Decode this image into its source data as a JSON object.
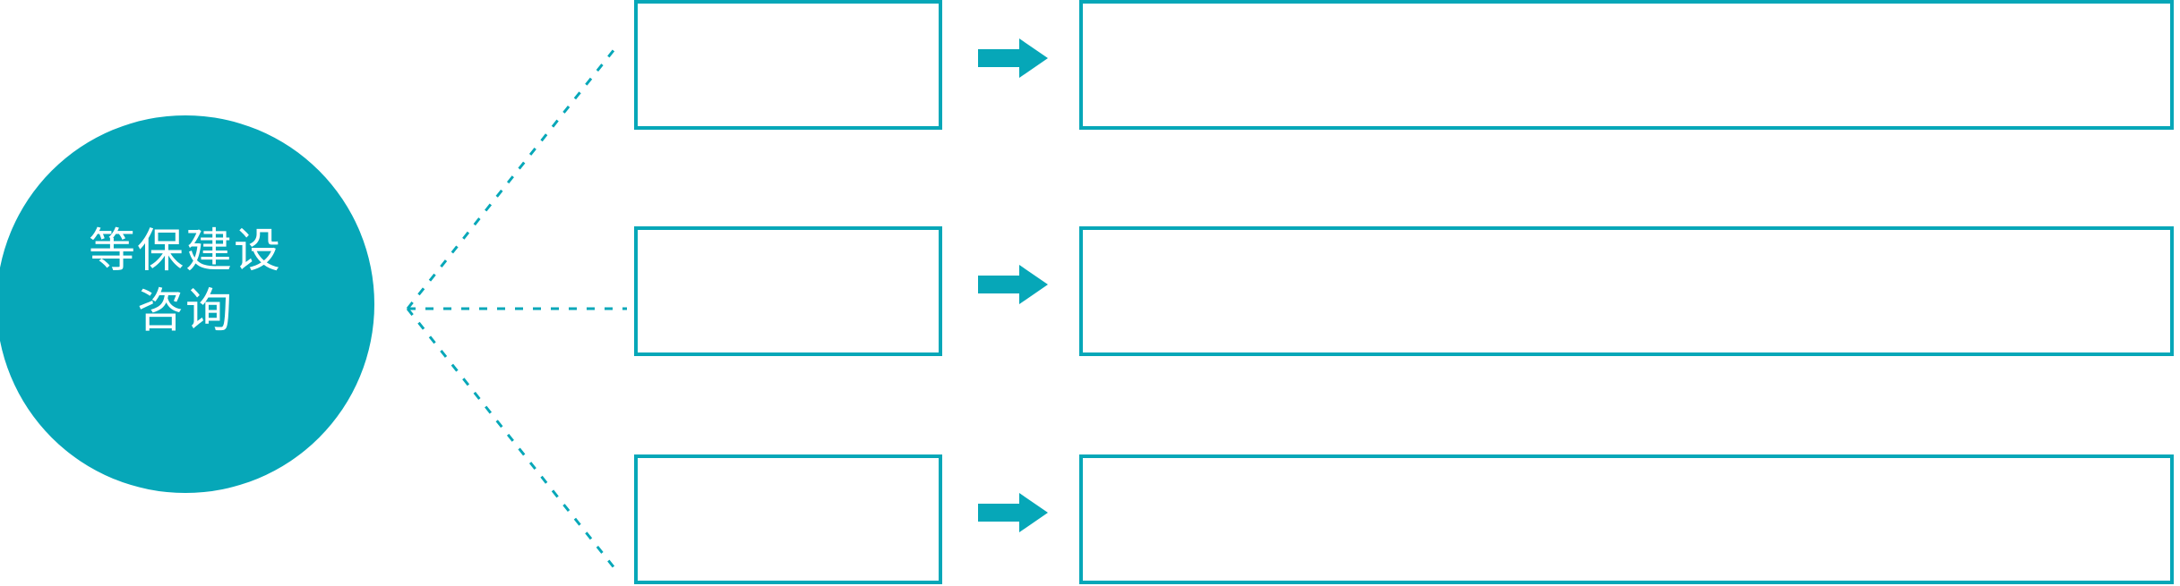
{
  "diagram": {
    "type": "hub-and-spoke-process",
    "background_color": "#FFFFFF",
    "accent_color": "#06A7B8",
    "hub": {
      "label": "等保建设\n咨询",
      "line1": "等保建设",
      "line2": "咨询",
      "shape": "circle",
      "fill_color": "#06A7B8",
      "text_color": "#FFFFFF"
    },
    "connector": {
      "style": "dotted",
      "color": "#06A7B8",
      "branches": 3
    },
    "rows": [
      {
        "stage_label": "",
        "detail_label": "",
        "arrow_icon": "arrow-right-icon"
      },
      {
        "stage_label": "",
        "detail_label": "",
        "arrow_icon": "arrow-right-icon"
      },
      {
        "stage_label": "",
        "detail_label": "",
        "arrow_icon": "arrow-right-icon"
      }
    ]
  }
}
